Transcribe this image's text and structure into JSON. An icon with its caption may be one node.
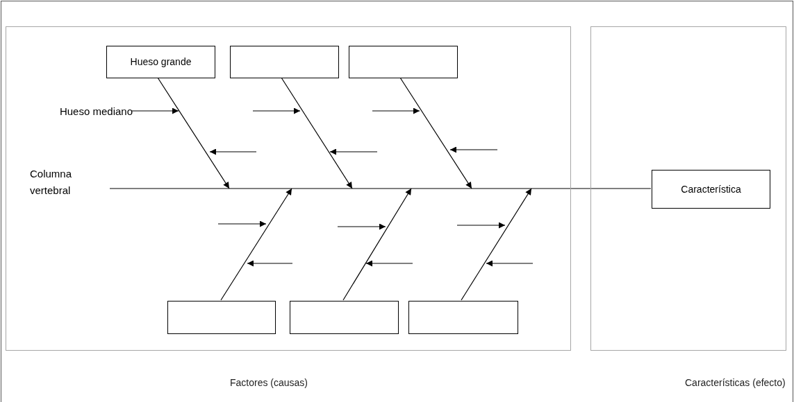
{
  "diagram": {
    "nodes": [
      {
        "text": [
          "Factores (causas)"
        ]
      },
      {
        "text": [
          "Hueso grande"
        ],
        "in": 0
      },
      {
        "text": [],
        "shape": "box",
        "in": 0
      },
      {
        "text": [],
        "shape": "box",
        "in": 0
      },
      {
        "text": [],
        "shape": "box",
        "in": 0
      },
      {
        "text": [],
        "shape": "box",
        "in": 0
      },
      {
        "text": [],
        "shape": "box",
        "in": 0
      },
      {
        "text": [
          "Hueso mediano"
        ],
        "in": 0
      },
      {
        "text": [
          "Columna vertebral"
        ],
        "in": 0
      },
      {
        "text": [
          "Características (efecto)"
        ]
      },
      {
        "text": [
          "Característica"
        ],
        "in": 9
      }
    ],
    "edges": [
      {
        "from": 8,
        "to": 10,
        "arrow": "none"
      },
      {
        "from": 1,
        "to": null,
        "arrow": "to"
      },
      {
        "from": 2,
        "to": null,
        "arrow": "to"
      },
      {
        "from": 3,
        "to": null,
        "arrow": "to"
      },
      {
        "from": 4,
        "to": null,
        "arrow": "to"
      },
      {
        "from": 5,
        "to": null,
        "arrow": "to"
      },
      {
        "from": 6,
        "to": null,
        "arrow": "to"
      },
      {
        "from": 7,
        "to": null,
        "arrow": "to"
      }
    ]
  }
}
